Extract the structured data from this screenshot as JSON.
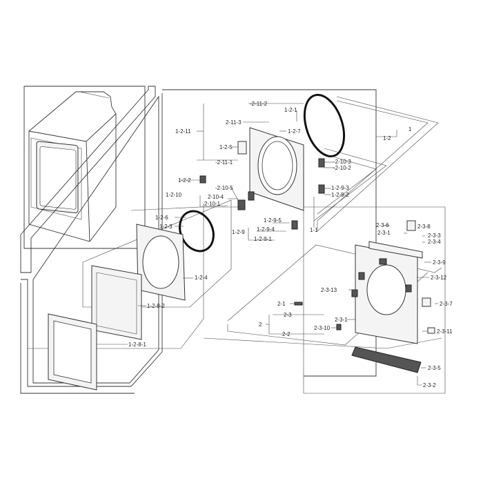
{
  "labels": {
    "l_2_11_2": "-2-11-2",
    "l_1_2_1": "1-2-1",
    "l_2_11_3": "2-11-3",
    "l_1_2_11": "1-2-11",
    "l_1_2_7": "1-2-7",
    "l_1_2_5": "1-2-5",
    "l_2_11_1": "-2-11-1",
    "l_1": "1",
    "l_1_2_right": "1-2",
    "l_2_10_3": "-2-10-3",
    "l_2_10_2": "-2-10-2",
    "l_1_2_2": "1-2-2",
    "l_2_10_5": "-2-10-5",
    "l_1_2_10": "1-2-10",
    "l_2_10_4": "2-10-4",
    "l_2_10_1": "2-10-1",
    "l_1_2_9_3": "1-2-9-3",
    "l_1_2_9_2": "1-2-9-2",
    "l_1_2_6": "1-2-6",
    "l_1_2_3": "1-2-3",
    "l_1_2_9_5": "1-2-9-5",
    "l_1_2_9_4": "1-2-9-4",
    "l_1_2_9": "1-2-9",
    "l_1_2_9_1": "1-2-9-1",
    "l_1_1": "1-1",
    "l_1_2_4": "1-2-4",
    "l_1_2_8_2": "1-2-8-2",
    "l_1_2_8_1": "1-2-8-1",
    "l_2_3_6": "2-3-6",
    "l_2_3_1_top": "2-3-1",
    "l_2_3_8": "2-3-8",
    "l_2_3_3": "2-3-3",
    "l_2_3_4": "2-3-4",
    "l_2_3_9": "2-3-9",
    "l_2_3_12": "2-3-12",
    "l_2_3_13": "2-3-13",
    "l_2_1": "2-1",
    "l_2_3_7": "2-3-7",
    "l_2_3": "2-3",
    "l_2": "2",
    "l_2_3_1_low": "2-3-1",
    "l_2_3_10": "2-3-10",
    "l_2_3_11": "2-3-11",
    "l_2_2": "2-2",
    "l_2_3_5": "2-3-5",
    "l_2_3_2": "2-3-2"
  }
}
